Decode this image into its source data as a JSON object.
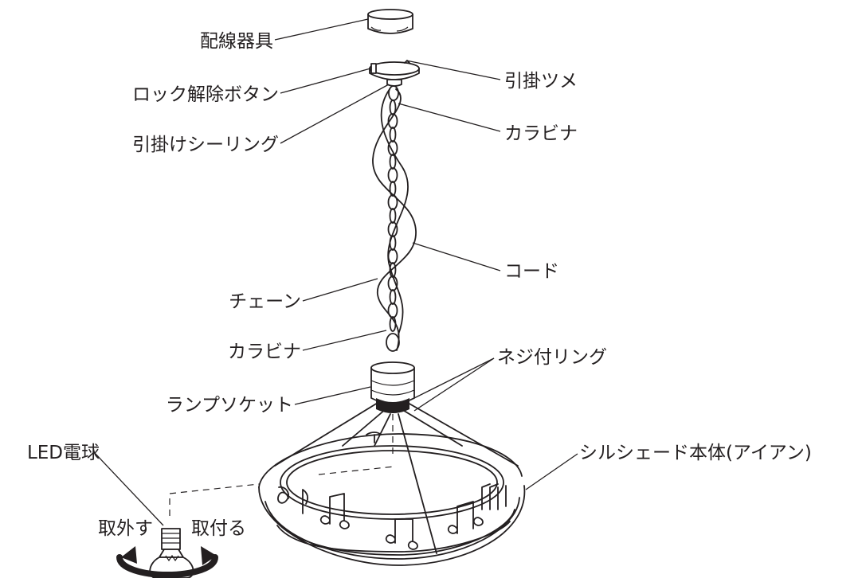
{
  "labels": {
    "wiring_fixture": "配線器具",
    "lock_release_button": "ロック解除ボタン",
    "hook_ceiling": "引掛けシーリング",
    "hook_claw": "引掛ツメ",
    "carabiner_top": "カラビナ",
    "cord": "コード",
    "chain": "チェーン",
    "carabiner_bottom": "カラビナ",
    "screw_ring": "ネジ付リング",
    "lamp_socket": "ランプソケット",
    "shade_body": "シルシェード本体(アイアン)",
    "led_bulb": "LED電球",
    "remove": "取外す",
    "attach": "取付る"
  },
  "colors": {
    "line": "#231f20",
    "background": "#ffffff"
  }
}
